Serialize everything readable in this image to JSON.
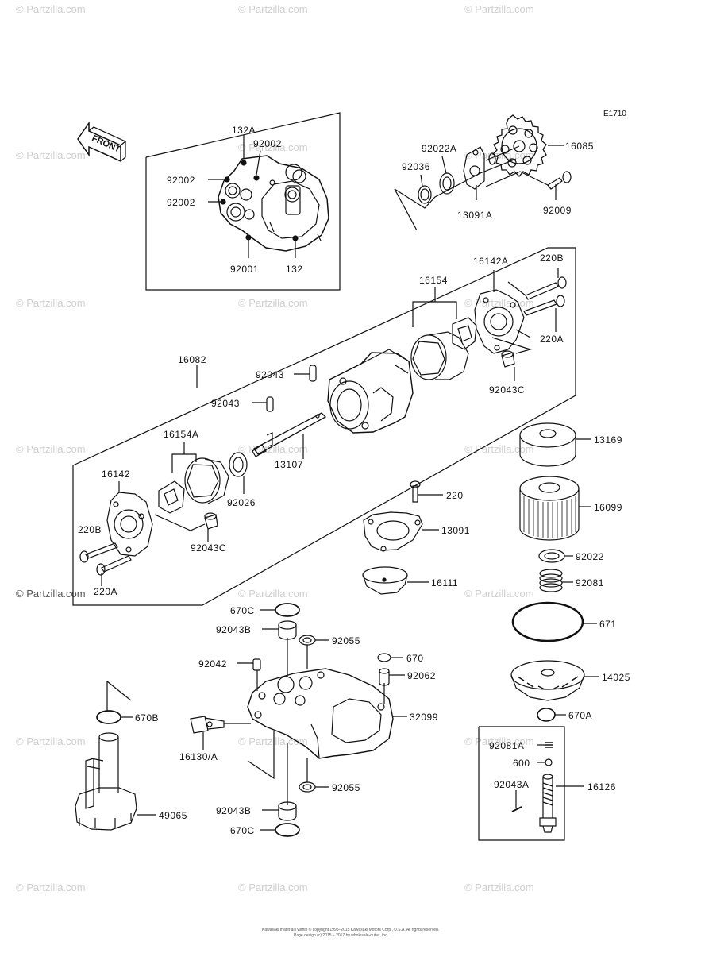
{
  "diagram_code": "E1710",
  "front_label": "FRONT",
  "watermark": "© Partzilla.com",
  "copyright": [
    "Kawasaki materials within © copyright 1995–2015 Kawasaki Motors Corp., U.S.A. All rights reserved.",
    "Page design (c) 2015 – 2017 by wholesale-outlet, inc."
  ],
  "parts": {
    "p132A": "132A",
    "p92002_a": "92002",
    "p92002_b": "92002",
    "p92002_c": "92002",
    "p92001": "92001",
    "p132": "132",
    "p92022A": "92022A",
    "p92036": "92036",
    "p16085": "16085",
    "p13091A": "13091A",
    "p92009": "92009",
    "p16142A": "16142A",
    "p220B_top": "220B",
    "p16154": "16154",
    "p220A_top": "220A",
    "p92043C_top": "92043C",
    "p16082": "16082",
    "p92043_a": "92043",
    "p92043_b": "92043",
    "p16154A": "16154A",
    "p16142": "16142",
    "p13107": "13107",
    "p92026": "92026",
    "p220B_bot": "220B",
    "p92043C_bot": "92043C",
    "p220A_bot": "220A",
    "p13169": "13169",
    "p16099": "16099",
    "p220": "220",
    "p13091": "13091",
    "p92022": "92022",
    "p16111": "16111",
    "p92081": "92081",
    "p670C_top": "670C",
    "p92043B_top": "92043B",
    "p92055_top": "92055",
    "p671": "671",
    "p92042": "92042",
    "p670": "670",
    "p92062": "92062",
    "p14025": "14025",
    "p670B": "670B",
    "p32099": "32099",
    "p16130A": "16130/A",
    "p670A": "670A",
    "p92081A": "92081A",
    "p600": "600",
    "p92043A": "92043A",
    "p16126": "16126",
    "p92055_bot": "92055",
    "p49065": "49065",
    "p92043B_bot": "92043B",
    "p670C_bot": "670C"
  }
}
